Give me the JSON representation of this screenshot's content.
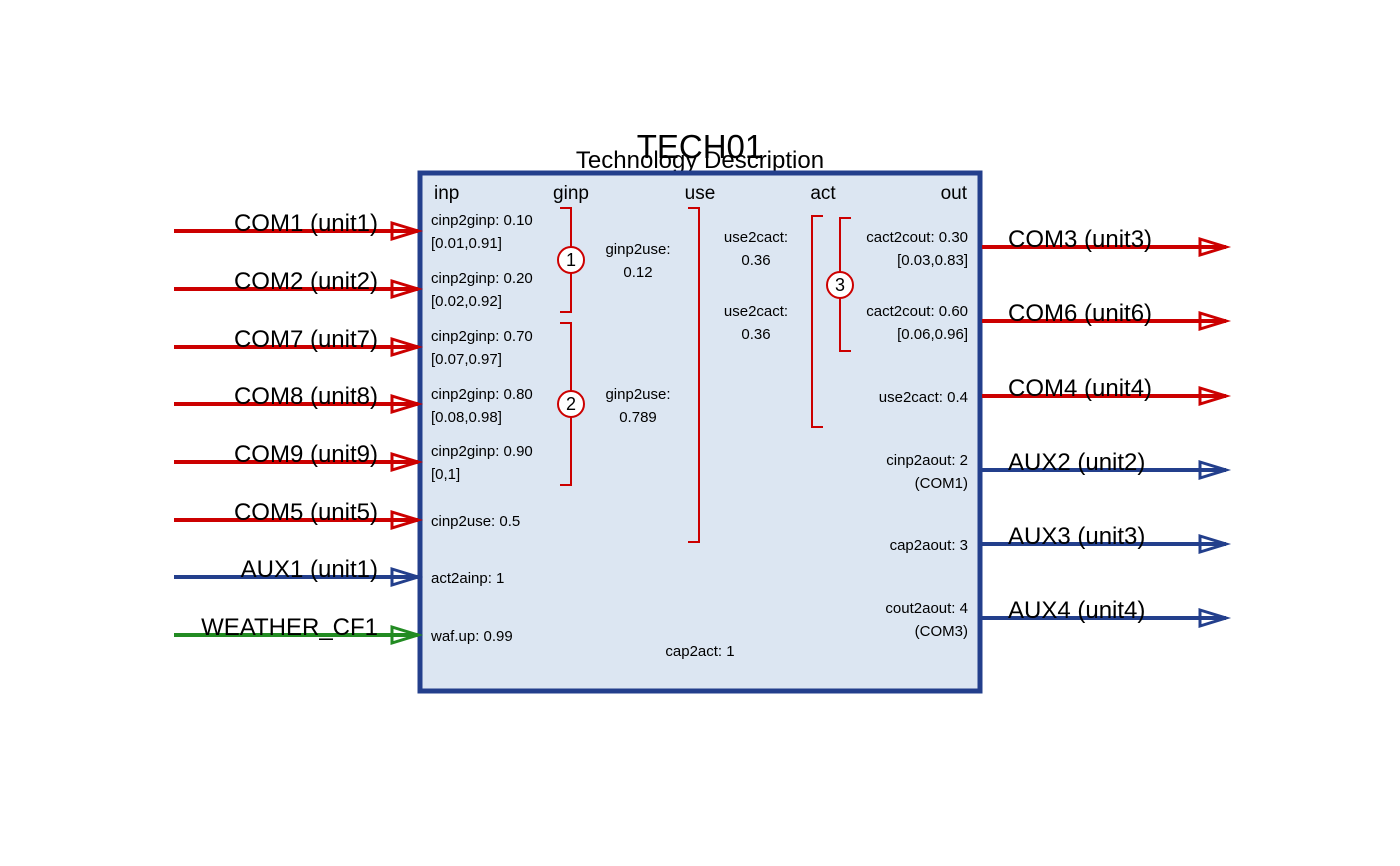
{
  "title": "TECH01",
  "subtitle": "Technology Description",
  "colors": {
    "commodity": "#cc0000",
    "aux": "#233f8c",
    "weather": "#228b22",
    "box_fill": "#dce6f2",
    "box_border": "#233f8c"
  },
  "columns": {
    "inp": "inp",
    "ginp": "ginp",
    "use": "use",
    "act": "act",
    "out": "out"
  },
  "inputs": [
    {
      "label": "COM1 (unit1)",
      "kind": "commodity"
    },
    {
      "label": "COM2 (unit2)",
      "kind": "commodity"
    },
    {
      "label": "COM7 (unit7)",
      "kind": "commodity"
    },
    {
      "label": "COM8 (unit8)",
      "kind": "commodity"
    },
    {
      "label": "COM9 (unit9)",
      "kind": "commodity"
    },
    {
      "label": "COM5 (unit5)",
      "kind": "commodity"
    },
    {
      "label": "AUX1 (unit1)",
      "kind": "aux"
    },
    {
      "label": "WEATHER_CF1",
      "kind": "weather"
    }
  ],
  "outputs": [
    {
      "label": "COM3 (unit3)",
      "kind": "commodity"
    },
    {
      "label": "COM6 (unit6)",
      "kind": "commodity"
    },
    {
      "label": "COM4 (unit4)",
      "kind": "commodity"
    },
    {
      "label": "AUX2 (unit2)",
      "kind": "aux"
    },
    {
      "label": "AUX3 (unit3)",
      "kind": "aux"
    },
    {
      "label": "AUX4 (unit4)",
      "kind": "aux"
    }
  ],
  "input_params": [
    {
      "line1": "cinp2ginp: 0.10",
      "line2": "[0.01,0.91]"
    },
    {
      "line1": "cinp2ginp: 0.20",
      "line2": "[0.02,0.92]"
    },
    {
      "line1": "cinp2ginp: 0.70",
      "line2": "[0.07,0.97]"
    },
    {
      "line1": "cinp2ginp: 0.80",
      "line2": "[0.08,0.98]"
    },
    {
      "line1": "cinp2ginp: 0.90",
      "line2": "[0,1]"
    },
    {
      "line1": "cinp2use: 0.5"
    },
    {
      "line1": "act2ainp: 1"
    },
    {
      "line1": "waf.up: 0.99"
    }
  ],
  "groups": [
    {
      "num": "1",
      "param": "ginp2use:",
      "value": "0.12"
    },
    {
      "num": "2",
      "param": "ginp2use:",
      "value": "0.789"
    },
    {
      "num": "3"
    }
  ],
  "use_params": [
    {
      "param": "use2cact:",
      "value": "0.36"
    },
    {
      "param": "use2cact:",
      "value": "0.36"
    }
  ],
  "output_params": [
    {
      "line1": "cact2cout: 0.30",
      "line2": "[0.03,0.83]"
    },
    {
      "line1": "cact2cout: 0.60",
      "line2": "[0.06,0.96]"
    },
    {
      "line1": "use2cact: 0.4"
    },
    {
      "line1": "cinp2aout: 2",
      "line2": "(COM1)"
    },
    {
      "line1": "cap2aout: 3"
    },
    {
      "line1": "cout2aout: 4",
      "line2": "(COM3)"
    }
  ],
  "cap2act": "cap2act: 1"
}
